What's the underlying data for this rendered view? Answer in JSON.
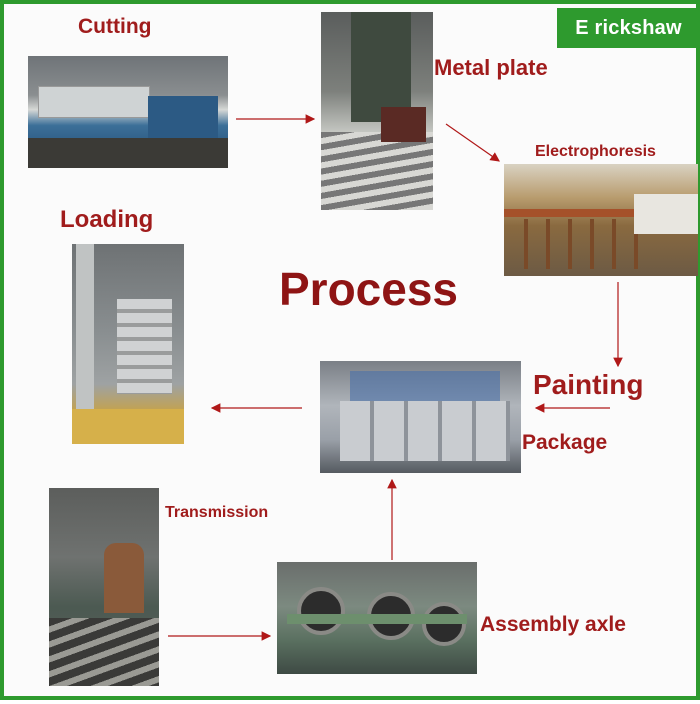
{
  "brand": "E rickshaw",
  "center_title": "Process",
  "steps": {
    "cutting": "Cutting",
    "metal_plate": "Metal plate",
    "electrophoresis": "Electrophoresis",
    "painting": "Painting",
    "package": "Package",
    "loading": "Loading",
    "transmission": "Transmission",
    "assembly_axle": "Assembly axle"
  },
  "colors": {
    "border": "#2e9a2e",
    "label": "#a01c1c",
    "arrow": "#b01818"
  }
}
